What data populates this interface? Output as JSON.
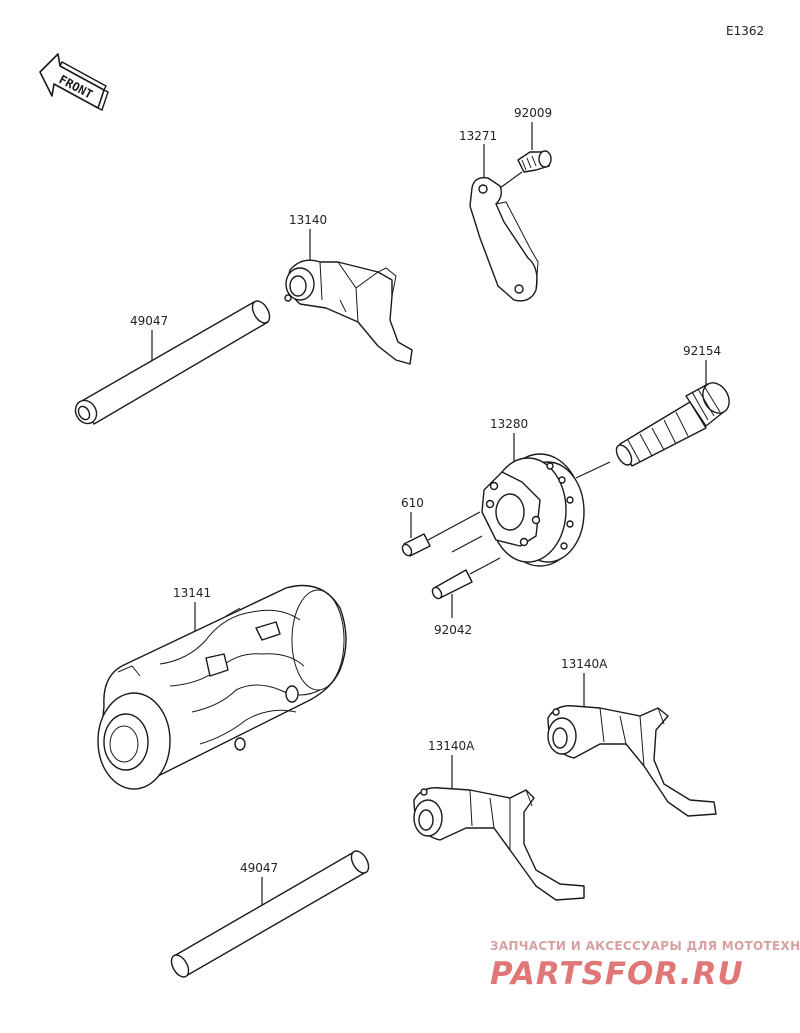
{
  "diagram_code": "E1362",
  "front_label": "FRONT",
  "parts": {
    "p92009": "92009",
    "p13271": "13271",
    "p13140": "13140",
    "p49047_top": "49047",
    "p92154": "92154",
    "p13280": "13280",
    "p610": "610",
    "p92042": "92042",
    "p13141": "13141",
    "p13140A_right": "13140A",
    "p13140A_left": "13140A",
    "p49047_bottom": "49047"
  },
  "watermark": {
    "tagline": "ЗАПЧАСТИ И АКСЕССУАРЫ ДЛЯ МОТОТЕХНИКИ",
    "logo": "PARTSFOR.RU"
  }
}
